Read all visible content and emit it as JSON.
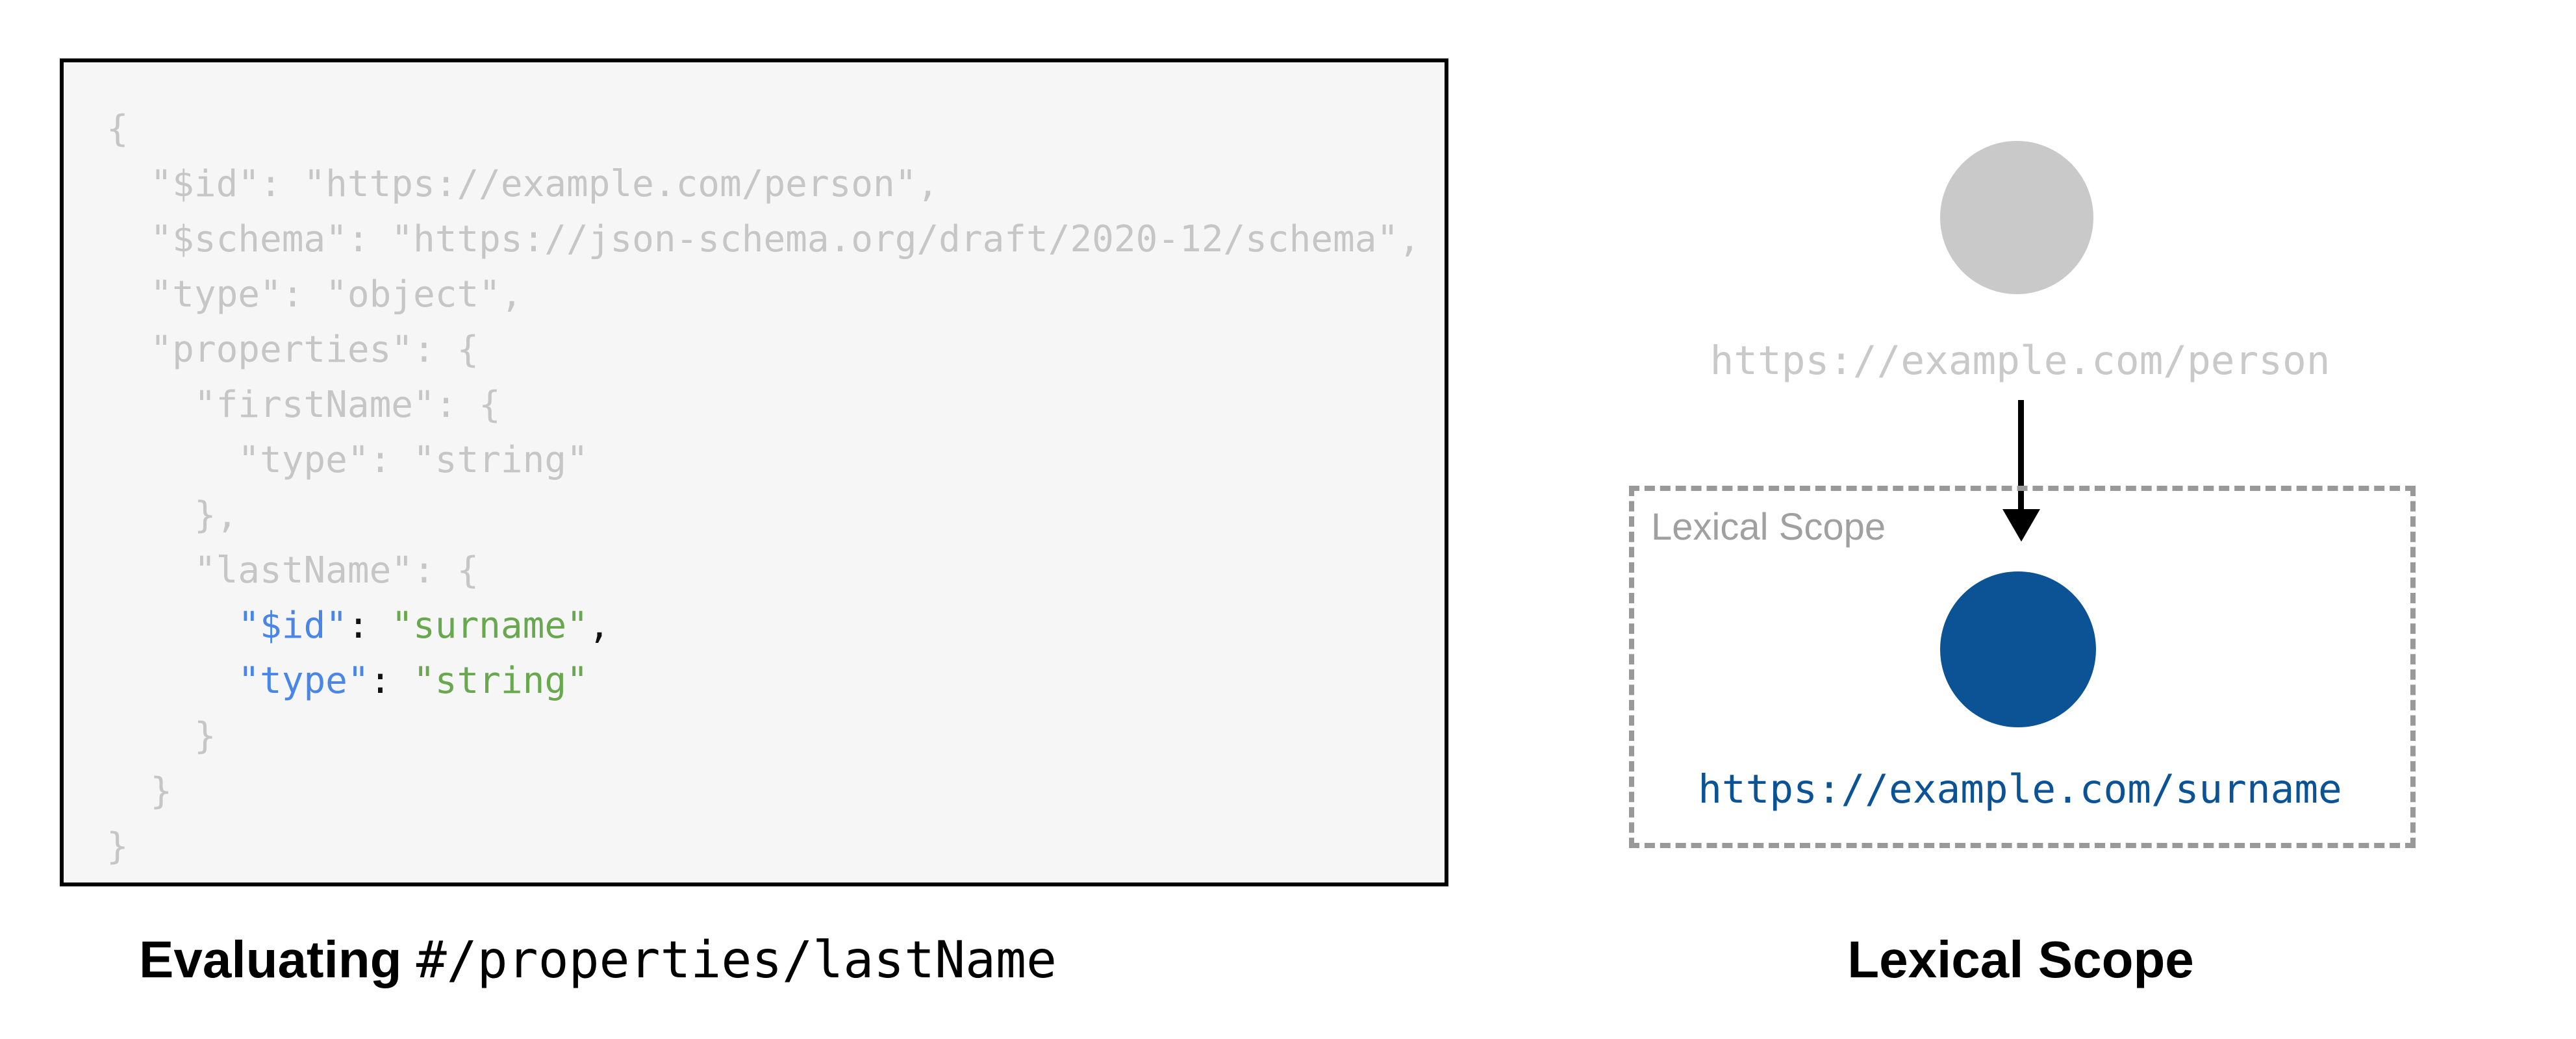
{
  "left": {
    "caption_bold": "Evaluating ",
    "caption_code": "#/properties/lastName",
    "code_lines": [
      [
        [
          "g",
          "{"
        ]
      ],
      [
        [
          "g",
          "  \"$id\": \"https://example.com/person\","
        ]
      ],
      [
        [
          "g",
          "  \"$schema\": \"https://json-schema.org/draft/2020-12/schema\","
        ]
      ],
      [
        [
          "g",
          "  \"type\": \"object\","
        ]
      ],
      [
        [
          "g",
          "  \"properties\": {"
        ]
      ],
      [
        [
          "g",
          "    \"firstName\": {"
        ]
      ],
      [
        [
          "g",
          "      \"type\": \"string\""
        ]
      ],
      [
        [
          "g",
          "    },"
        ]
      ],
      [
        [
          "g",
          "    \"lastName\": {"
        ]
      ],
      [
        [
          "g",
          "      "
        ],
        [
          "b",
          "\"$id\""
        ],
        [
          "k",
          ": "
        ],
        [
          "v",
          "\"surname\""
        ],
        [
          "k",
          ","
        ]
      ],
      [
        [
          "g",
          "      "
        ],
        [
          "b",
          "\"type\""
        ],
        [
          "k",
          ": "
        ],
        [
          "v",
          "\"string\""
        ]
      ],
      [
        [
          "g",
          "    }"
        ]
      ],
      [
        [
          "g",
          "  }"
        ]
      ],
      [
        [
          "g",
          "}"
        ]
      ]
    ]
  },
  "right": {
    "parent_label": "https://example.com/person",
    "scope_label": "Lexical Scope",
    "child_label": "https://example.com/surname",
    "caption": "Lexical Scope"
  },
  "colors": {
    "code_muted": "#c6c6c6",
    "code_key": "#4a86e8",
    "code_value": "#6aa84f",
    "code_punct": "#111111",
    "code_bg": "#f6f6f6",
    "node_parent": "#c9c9c9",
    "node_child": "#0b5394",
    "scope_border": "#999999",
    "scope_label": "#a0a0a0"
  }
}
